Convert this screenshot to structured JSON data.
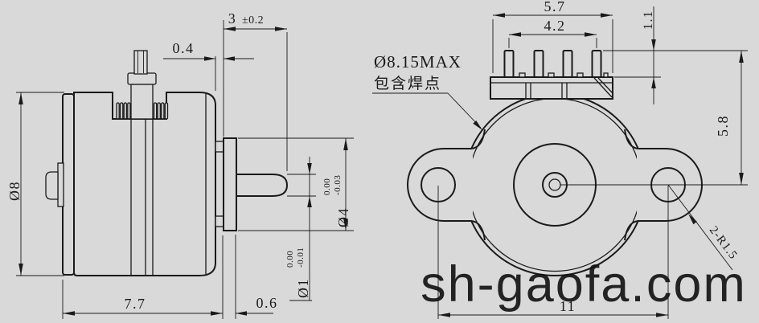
{
  "drawing": {
    "watermark": "sh-gaofa.com",
    "side_view": {
      "pin_offset": "0.4",
      "shaft_length": "3",
      "shaft_length_tolerance": "±0.2",
      "body_diameter": "Ø8",
      "body_length": "7.7",
      "plate_thickness": "0.6",
      "boss_diameter": "Ø4",
      "boss_tolerance_upper": "0.00",
      "boss_tolerance_lower": "-0.03",
      "shaft_diameter": "Ø1",
      "shaft_tolerance_upper": "0.00",
      "shaft_tolerance_lower": "-0.01"
    },
    "front_view": {
      "connector_width": "5.7",
      "pin_span": "4.2",
      "pin_height": "1.1",
      "center_height": "5.8",
      "mount_hole_spacing": "11",
      "ear_radius": "2-R1.5",
      "max_diameter_callout_line1": "Ø8.15MAX",
      "max_diameter_callout_line2": "包含焊点"
    },
    "colors": {
      "background": "#d9d9d9",
      "line": "#1a1a1a",
      "watermark": "#101010"
    }
  }
}
